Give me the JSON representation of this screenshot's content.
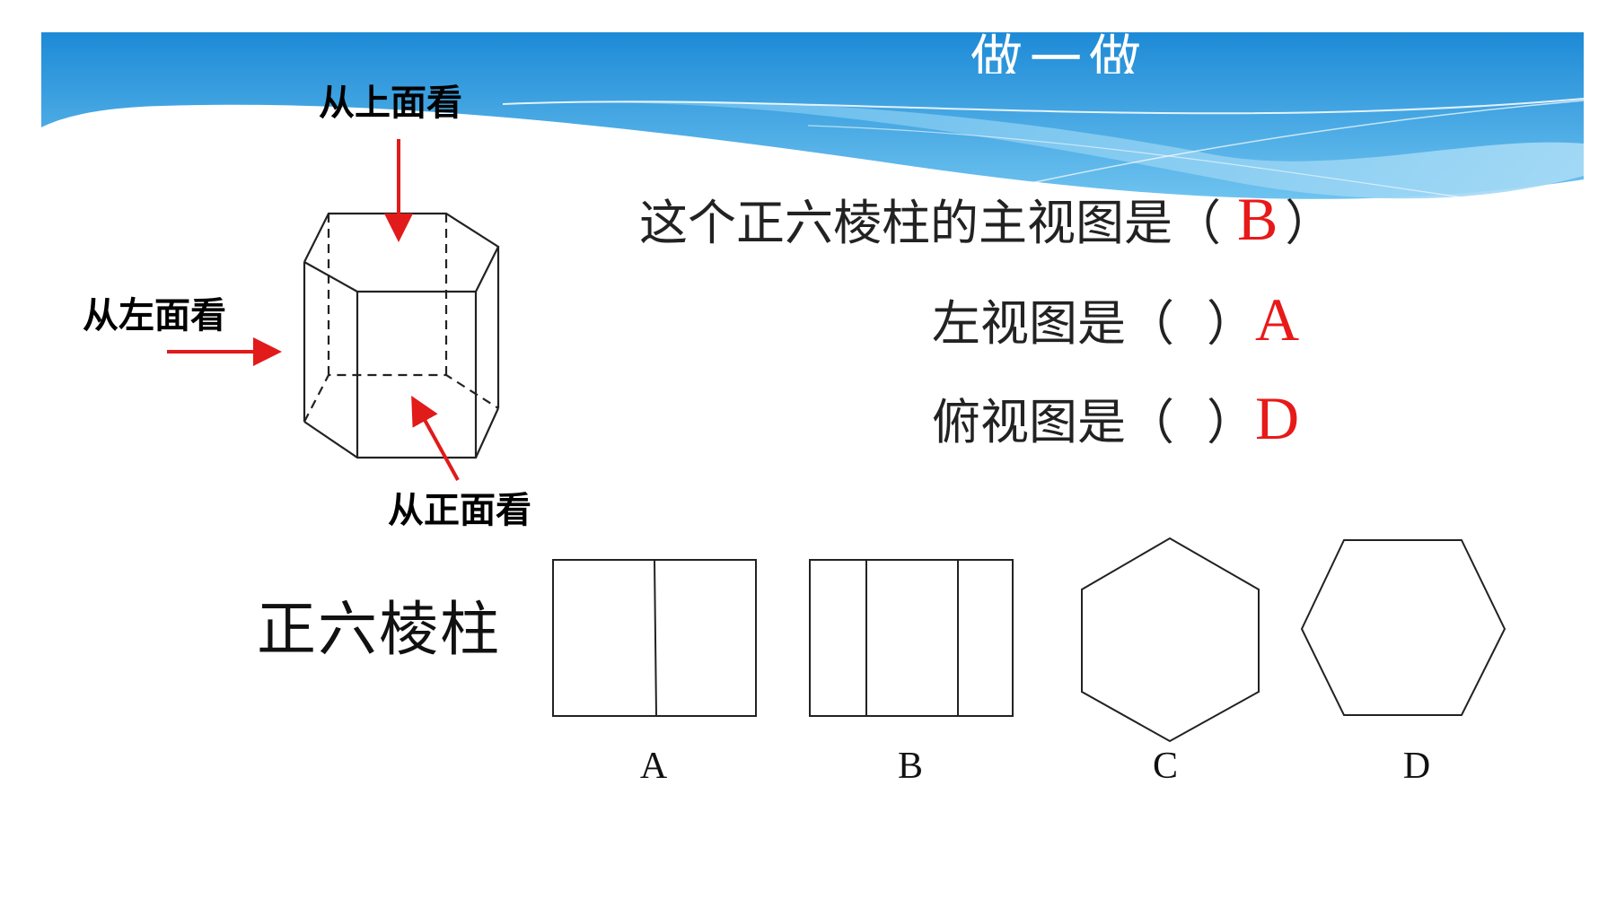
{
  "slide_title": "做一做",
  "views": {
    "top": "从上面看",
    "left": "从左面看",
    "front": "从正面看"
  },
  "questions": {
    "main_prefix": "这个正六棱柱的主视图是（",
    "main_answer": "B",
    "main_suffix": "）",
    "left_prefix": "左视图是（",
    "left_close": "）",
    "left_answer": "A",
    "top_prefix": "俯视图是（",
    "top_close": "）",
    "top_answer": "D"
  },
  "solid_name": "正六棱柱",
  "options": [
    "A",
    "B",
    "C",
    "D"
  ],
  "colors": {
    "banner_top": "#1e8fd8",
    "banner_light": "#8fd0f2",
    "arrow": "#e11a1a",
    "answer": "#e81919"
  }
}
